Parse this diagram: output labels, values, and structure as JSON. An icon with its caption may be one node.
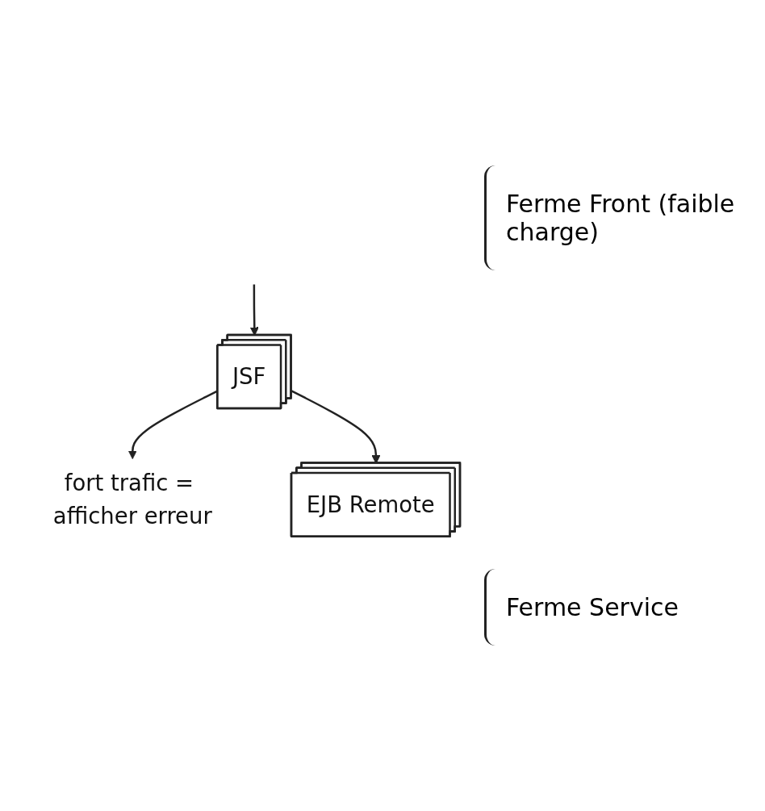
{
  "diagram": {
    "nodes": [
      {
        "text": [
          "fort trafic = afficher erreur"
        ]
      },
      {
        "text": [
          "JSF"
        ]
      },
      {
        "text": [
          "EJB Remote"
        ]
      }
    ],
    "edges": [
      {
        "from": null,
        "to": 1,
        "arrow": "to"
      },
      {
        "from": 1,
        "to": 0,
        "arrow": "to"
      },
      {
        "from": 1,
        "to": 2,
        "arrow": "to"
      }
    ],
    "labels": [
      "Ferme Front (faible charge)",
      "Ferme Service"
    ]
  }
}
